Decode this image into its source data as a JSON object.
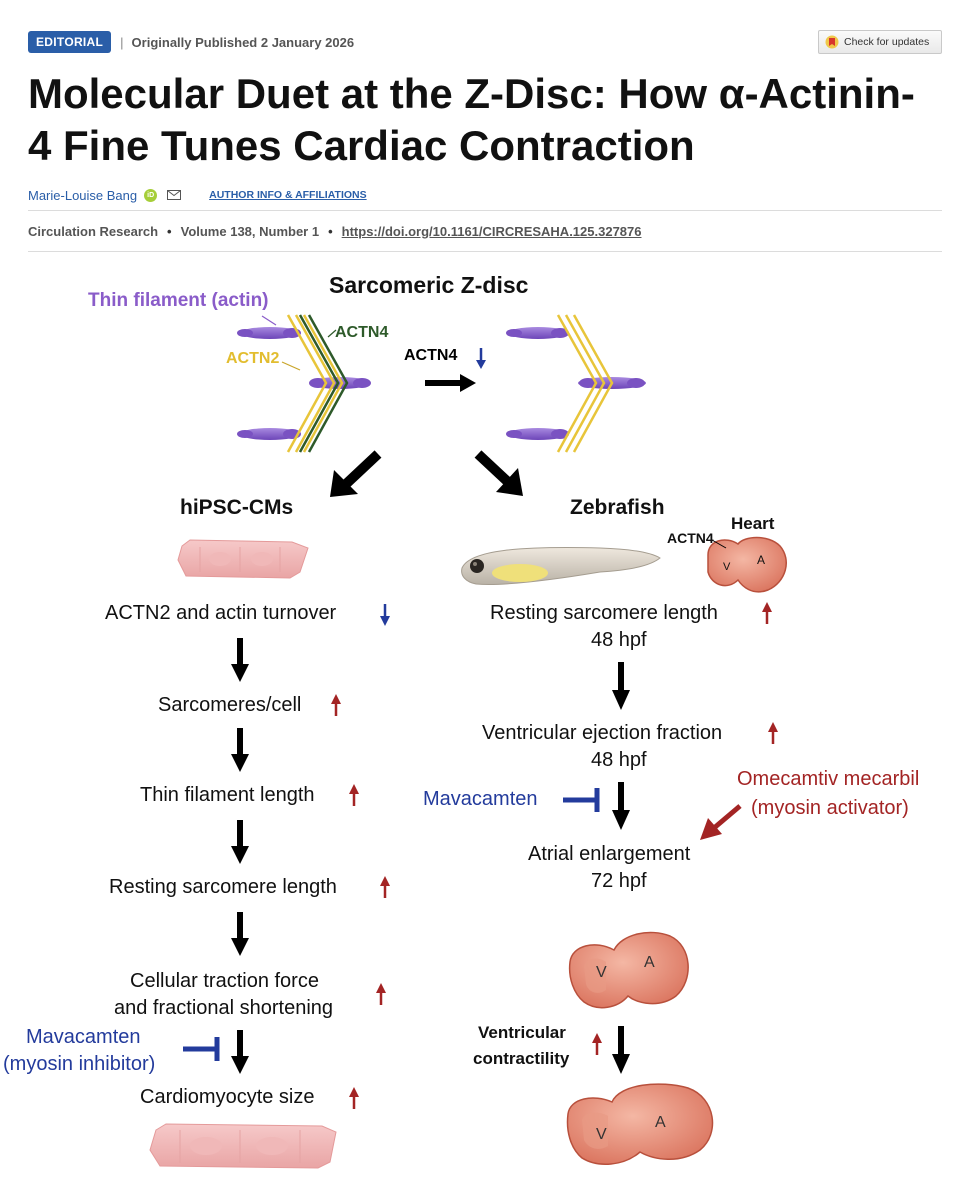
{
  "header": {
    "badge": "EDITORIAL",
    "published": "Originally Published 2 January 2026",
    "check_updates": "Check for updates",
    "title": "Molecular Duet at the Z-Disc: How α-Actinin-4 Fine Tunes Cardiac Contraction",
    "author": "Marie-Louise Bang",
    "author_info_link": "AUTHOR INFO & AFFILIATIONS",
    "journal": "Circulation Research",
    "volume": "Volume 138, Number 1",
    "doi": "https://doi.org/10.1161/CIRCRESAHA.125.327876",
    "orcid_label": "iD"
  },
  "figure": {
    "zdisc": {
      "title": "Sarcomeric Z-disc",
      "thin_filament": "Thin filament (actin)",
      "actn2": "ACTN2",
      "actn4": "ACTN4",
      "actn4_down": "ACTN4"
    },
    "left": {
      "title": "hiPSC-CMs",
      "steps": [
        "ACTN2 and actin turnover",
        "Sarcomeres/cell",
        "Thin filament length",
        "Resting sarcomere length",
        "Cellular traction force",
        "and fractional shortening",
        "Cardiomyocyte size"
      ],
      "inhibitor_1": "Mavacamten",
      "inhibitor_2": "(myosin inhibitor)"
    },
    "right": {
      "title": "Zebrafish",
      "heart_label": "Heart",
      "heart_actn4": "ACTN4",
      "v": "V",
      "a": "A",
      "steps": [
        "Resting sarcomere length",
        "48 hpf",
        "Ventricular ejection fraction",
        "48 hpf",
        "Atrial enlargement",
        "72 hpf"
      ],
      "inhibitor": "Mavacamten",
      "activator_1": "Omecamtiv mecarbil",
      "activator_2": "(myosin activator)",
      "contractility_1": "Ventricular",
      "contractility_2": "contractility"
    }
  },
  "colors": {
    "badge_blue": "#2a5ea8",
    "thin_filament_purple": "#8a5cc9",
    "actn2_yellow": "#e8c53a",
    "actn4_green": "#2e5a2a",
    "inhibitor_blue": "#233b9c",
    "increase_red": "#a32424",
    "heart_red": "#d9705a"
  }
}
